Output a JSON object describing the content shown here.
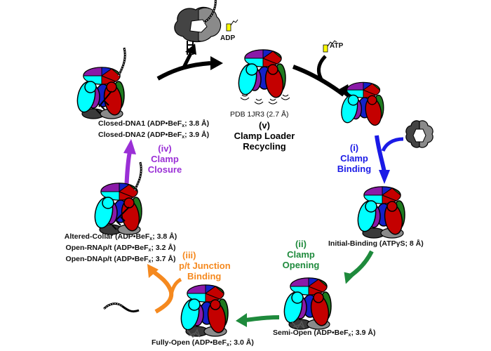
{
  "colors": {
    "black_arrow": "#000000",
    "blue_step": "#1a1ae6",
    "green_step": "#1e8a3c",
    "orange_step": "#f5891f",
    "purple_step": "#9a2fd6",
    "cyan": "#00ffff",
    "purple": "#8a1aa8",
    "red": "#c40000",
    "green": "#1e7a1e",
    "blue": "#1420c8",
    "grey_dark": "#444444",
    "grey_mid": "#777777",
    "grey_light": "#9a9a9a",
    "nucleotide_yellow": "#ffff00"
  },
  "nucleotides": {
    "adp": "ADP",
    "atp": "ATP"
  },
  "steps": [
    {
      "id": "i",
      "numeral": "(i)",
      "line1": "Clamp",
      "line2": "Binding",
      "color_key": "blue_step"
    },
    {
      "id": "ii",
      "numeral": "(ii)",
      "line1": "Clamp",
      "line2": "Opening",
      "color_key": "green_step"
    },
    {
      "id": "iii",
      "numeral": "(iii)",
      "line1": "p/t Junction",
      "line2": "Binding",
      "color_key": "orange_step"
    },
    {
      "id": "iv",
      "numeral": "(iv)",
      "line1": "Clamp",
      "line2": "Closure",
      "color_key": "purple_step"
    },
    {
      "id": "v",
      "numeral": "(v)",
      "line1": "Clamp Loader",
      "line2": "Recycling",
      "color_key": "black_arrow"
    }
  ],
  "states": {
    "recycling_pdb": "PDB 1JR3 (2.7 Å)",
    "initial_binding": "Initial-Binding (ATPγS; 8 Å)",
    "semi_open": {
      "name": "Semi-Open (ADP•BeF",
      "sub": "x",
      "tail": "; 3.9 Å)"
    },
    "fully_open": {
      "name": "Fully-Open (ADP•BeF",
      "sub": "x",
      "tail": "; 3.0 Å)"
    },
    "altered_collar": {
      "name": "Altered-Collar (ADP•BeF",
      "sub": "x",
      "tail": "; 3.8 Å)"
    },
    "open_rnapt": {
      "name": "Open-RNAp/t (ADP•BeF",
      "sub": "x",
      "tail": "; 3.2 Å)"
    },
    "open_dnapt": {
      "name": "Open-DNAp/t (ADP•BeF",
      "sub": "x",
      "tail": "; 3.7 Å)"
    },
    "closed_dna1": {
      "name": "Closed-DNA1 (ADP•BeF",
      "sub": "x",
      "tail": "; 3.8 Å)"
    },
    "closed_dna2": {
      "name": "Closed-DNA2 (ADP•BeF",
      "sub": "x",
      "tail": "; 3.9 Å)"
    }
  }
}
